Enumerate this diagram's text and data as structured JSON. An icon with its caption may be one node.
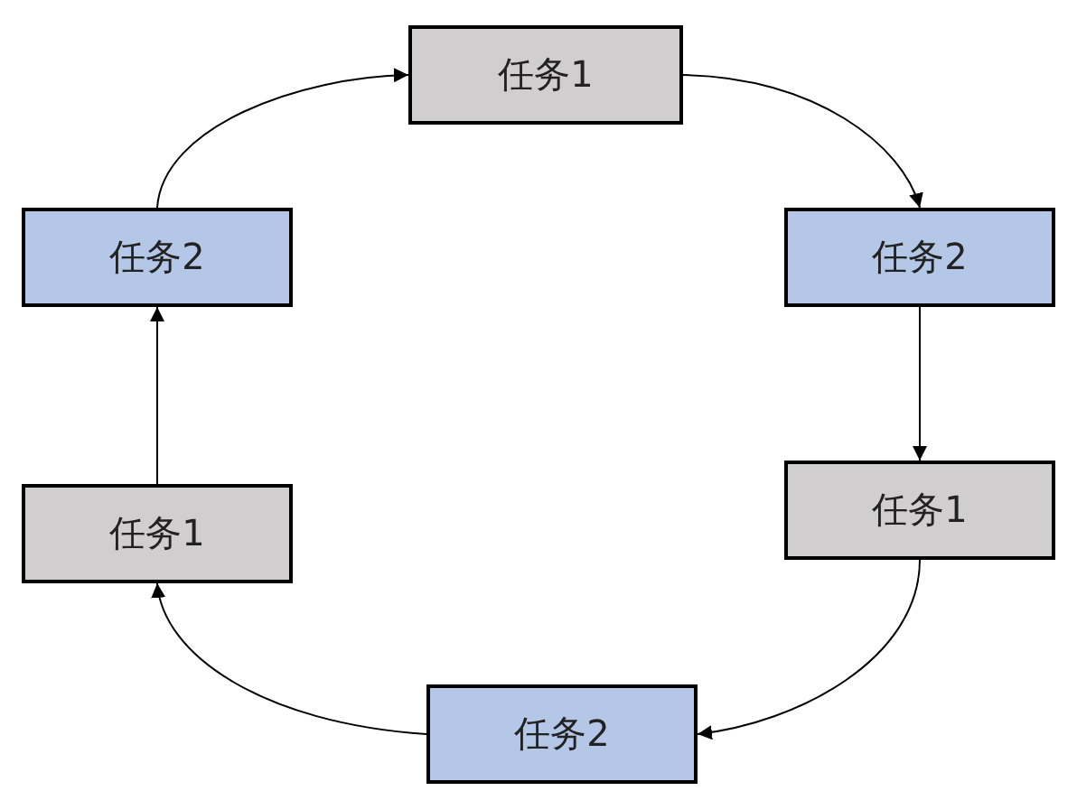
{
  "diagram": {
    "nodes": [
      {
        "text": [
          "任务1"
        ]
      },
      {
        "text": [
          "任务2"
        ]
      },
      {
        "text": [
          "任务2"
        ]
      },
      {
        "text": [
          "任务1"
        ]
      },
      {
        "text": [
          "任务1"
        ]
      },
      {
        "text": [
          "任务2"
        ]
      }
    ],
    "edges": [
      {
        "from": 0,
        "to": 2,
        "arrow": "to"
      },
      {
        "from": 2,
        "to": 4,
        "arrow": "to"
      },
      {
        "from": 4,
        "to": 5,
        "arrow": "to"
      },
      {
        "from": 5,
        "to": 3,
        "arrow": "to"
      },
      {
        "from": 3,
        "to": 1,
        "arrow": "to"
      },
      {
        "from": 1,
        "to": 0,
        "arrow": "to"
      }
    ]
  }
}
